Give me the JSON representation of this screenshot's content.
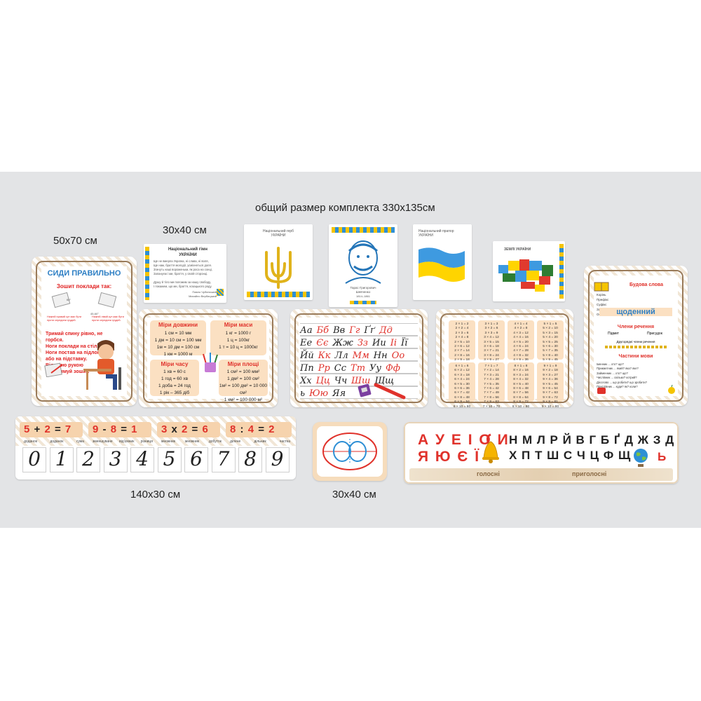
{
  "header": {
    "total_size": "общий размер комплекта 330х135см"
  },
  "sizes": {
    "poster_sit": "50х70 см",
    "poster_small_top": "30х40 см",
    "strip_numbers": "140х30 см",
    "poster_small_bottom": "30х40 см"
  },
  "anthem": {
    "title": "Національний гімн",
    "subtitle": "УКРАЇНИ",
    "lines": [
      "Ще не вмерла Україна, ні слава, ні воля,",
      "Ще нам, браття молодії, усміхнеться доля.",
      "Згинуть наші вороженьки, як роса на сонці,",
      "Запануєм і ми, браття, у своїй сторонці.",
      "",
      "Душу й тіло ми положим за нашу свободу,",
      "І покажем, що ми, браття, козацького роду."
    ],
    "author1": "Павло Чубинський",
    "author2": "Михайло Вербицький"
  },
  "coat": {
    "title": "Національний герб",
    "subtitle": "УКРАЇНИ"
  },
  "portrait": {
    "name1": "Тарас Григорович",
    "name2": "Шевченко",
    "years": "1814–1861"
  },
  "flag": {
    "title": "Національний прапор",
    "subtitle": "УКРАЇНИ",
    "colors": {
      "blue": "#3e9ae0",
      "yellow": "#ffd400"
    }
  },
  "map": {
    "title": "ЗЕМЛІ   УКРАЇНИ"
  },
  "sit": {
    "title": "СИДИ ПРАВИЛЬНО",
    "subtitle": "Зошит поклади так:",
    "angle1": "60°",
    "angle2": "45-60°",
    "note_left": "Нижній правий кут має бути проти середини грудей.",
    "note_right": "Нижній лівий кут має бути проти середини грудей.",
    "rules": [
      "Тримай спину рівно, не горбся.",
      "Ноги поклади на стіл.",
      "Ноги постав на підлогу,",
      "або на підставку.",
      "Вільною рукою",
      "притримуй зошит."
    ]
  },
  "measures": {
    "length": {
      "title": "Міри довжини",
      "lines": [
        "1 см = 10 мм",
        "1 дм = 10 см = 100 мм",
        "1м = 10 дм = 100 см",
        "1 км = 1000 м"
      ]
    },
    "mass": {
      "title": "Міри маси",
      "lines": [
        "1 кг = 1000 г",
        "1 ц = 100кг",
        "1 т = 10 ц = 1000кг"
      ]
    },
    "time": {
      "title": "Міри часу",
      "lines": [
        "1 хв = 60 с",
        "1 год = 60 хв",
        "1 доба = 24 год",
        "1 рік – 365 діб"
      ]
    },
    "area": {
      "title": "Міри площі",
      "lines": [
        "1 см² = 100 мм²",
        "1 дм² = 100 см²",
        "1м² = 100 дм² = 10 000 см²",
        "1 км² = 100 000 м²"
      ]
    }
  },
  "cursive": {
    "rows": [
      [
        "Аа",
        "Бб",
        "Вв",
        "Гг",
        "Ґґ",
        "Дд"
      ],
      [
        "Ее",
        "Єє",
        "Жж",
        "Зз",
        "Ии",
        "Іі",
        "Її"
      ],
      [
        "Йй",
        "Кк",
        "Лл",
        "Мм",
        "Нн",
        "Оо"
      ],
      [
        "Пп",
        "Рр",
        "Сс",
        "Тт",
        "Уу",
        "Фф"
      ],
      [
        "Хх",
        "Цц",
        "Чч",
        "Шш",
        "Щщ"
      ],
      [
        "ь",
        "Юю",
        "Яя"
      ]
    ]
  },
  "multiplication": {
    "cols": [
      [
        "2 × 1 = 2",
        "2 × 2 = 4",
        "2 × 3 = 6",
        "2 × 4 = 8",
        "2 × 5 = 10",
        "2 × 6 = 12",
        "2 × 7 = 14",
        "2 × 8 = 16",
        "2 × 9 = 18",
        "2 × 10 = 20"
      ],
      [
        "3 × 1 = 3",
        "3 × 2 = 6",
        "3 × 3 = 9",
        "3 × 4 = 12",
        "3 × 5 = 15",
        "3 × 6 = 18",
        "3 × 7 = 21",
        "3 × 8 = 24",
        "3 × 9 = 27",
        "3 × 10 = 30"
      ],
      [
        "4 × 1 = 4",
        "4 × 2 = 8",
        "4 × 3 = 12",
        "4 × 4 = 16",
        "4 × 5 = 20",
        "4 × 6 = 24",
        "4 × 7 = 28",
        "4 × 8 = 32",
        "4 × 9 = 36",
        "4 × 10 = 40"
      ],
      [
        "5 × 1 = 5",
        "5 × 2 = 10",
        "5 × 3 = 15",
        "5 × 4 = 20",
        "5 × 5 = 25",
        "5 × 6 = 30",
        "5 × 7 = 35",
        "5 × 8 = 40",
        "5 × 9 = 45",
        "5 × 10 = 50"
      ],
      [
        "6 × 1 = 6",
        "6 × 2 = 12",
        "6 × 3 = 18",
        "6 × 4 = 24",
        "6 × 5 = 30",
        "6 × 6 = 36",
        "6 × 7 = 42",
        "6 × 8 = 48",
        "6 × 9 = 54",
        "6 × 10 = 60"
      ],
      [
        "7 × 1 = 7",
        "7 × 2 = 14",
        "7 × 3 = 21",
        "7 × 4 = 28",
        "7 × 5 = 35",
        "7 × 6 = 42",
        "7 × 7 = 49",
        "7 × 8 = 56",
        "7 × 9 = 63",
        "7 × 10 = 70"
      ],
      [
        "8 × 1 = 8",
        "8 × 2 = 16",
        "8 × 3 = 24",
        "8 × 4 = 32",
        "8 × 5 = 40",
        "8 × 6 = 48",
        "8 × 7 = 56",
        "8 × 8 = 64",
        "8 × 9 = 72",
        "8 × 10 = 80"
      ],
      [
        "9 × 1 = 9",
        "9 × 2 = 18",
        "9 × 3 = 27",
        "9 × 4 = 36",
        "9 × 5 = 45",
        "9 × 6 = 54",
        "9 × 7 = 63",
        "9 × 8 = 72",
        "9 × 9 = 81",
        "9 × 10 = 90"
      ]
    ]
  },
  "wordbuild": {
    "title": "Будова слова",
    "parts": [
      "Корінь",
      "Префікс",
      "Суфікс",
      "Закінчення",
      "Основа слова"
    ],
    "example": "щоденний",
    "sentence_title": "Члени речення",
    "subject": "Підмет",
    "predicate": "Присудок",
    "secondary": "Другорядні члени речення",
    "pos_title": "Частини мови",
    "pos": [
      "Іменник ... хто? що?",
      "Прикметник ... який? яка? яке?",
      "Займенник ... хто? що?",
      "Числівник ... скільки? котрий?",
      "Дієслово ... що робити? що зробити?",
      "Прислівник ... куди? як? коли?"
    ]
  },
  "numbers": {
    "eq1": {
      "a": "5",
      "op": "+",
      "b": "2",
      "eq": "=",
      "r": "7",
      "labels": [
        "доданок",
        "доданок",
        "сума"
      ]
    },
    "eq2": {
      "a": "9",
      "op": "-",
      "b": "8",
      "eq": "=",
      "r": "1",
      "labels": [
        "зменшуване",
        "від'ємник",
        "різниця"
      ]
    },
    "eq3": {
      "a": "3",
      "op": "x",
      "b": "2",
      "eq": "=",
      "r": "6",
      "labels": [
        "множник",
        "множник",
        "добуток"
      ]
    },
    "eq4": {
      "a": "8",
      "op": ":",
      "b": "4",
      "eq": "=",
      "r": "2",
      "labels": [
        "ділене",
        "дільник",
        "частка"
      ]
    },
    "digits": [
      "0",
      "1",
      "2",
      "3",
      "4",
      "5",
      "6",
      "7",
      "8",
      "9"
    ]
  },
  "alphabet": {
    "vowels1": "А У Е І О И",
    "vowels2": "Я Ю Є Ї",
    "consonants1": "Н М Л Р Й В Г Б Ґ Д Ж З Д Ж Д З",
    "consonants2": "Х П Т Ш С Ч Ц Ф Щ",
    "soft_sign": "Ь",
    "vowels_label": "голосні",
    "consonants_label": "приголосні"
  }
}
